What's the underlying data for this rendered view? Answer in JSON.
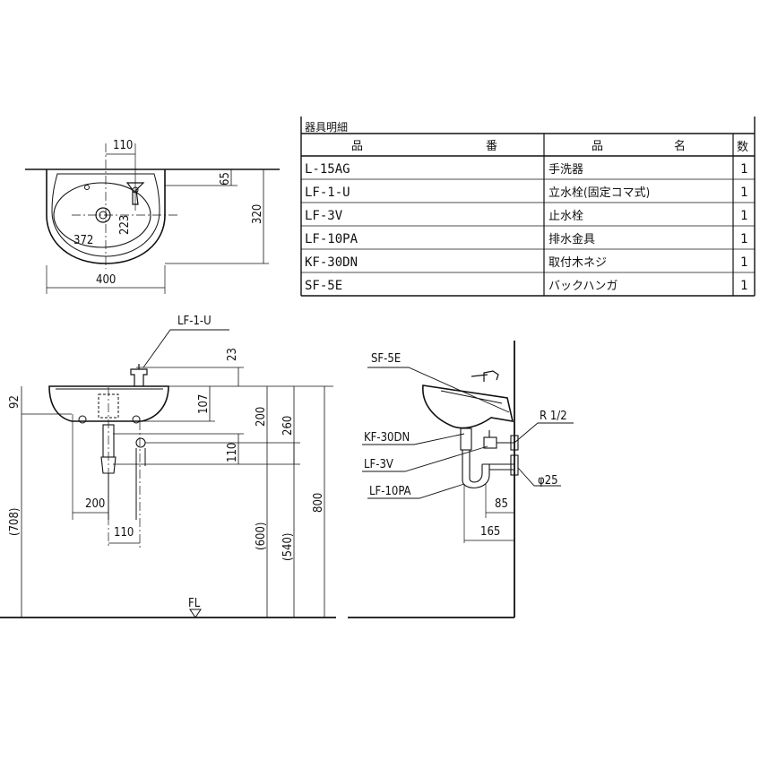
{
  "parts_table": {
    "title": "器具明細",
    "headers": {
      "col1_a": "品",
      "col1_b": "番",
      "col2_a": "品",
      "col2_b": "名",
      "col3": "数"
    },
    "rows": [
      {
        "code": "L-15AG",
        "name": "手洗器",
        "qty": "1"
      },
      {
        "code": "LF-1-U",
        "name": "立水栓(固定コマ式)",
        "qty": "1"
      },
      {
        "code": "LF-3V",
        "name": "止水栓",
        "qty": "1"
      },
      {
        "code": "LF-10PA",
        "name": "排水金具",
        "qty": "1"
      },
      {
        "code": "KF-30DN",
        "name": "取付木ネジ",
        "qty": "1"
      },
      {
        "code": "SF-5E",
        "name": "バックハンガ",
        "qty": "1"
      }
    ]
  },
  "plan_view": {
    "dims": {
      "top_width": "110",
      "depth_offset": "65",
      "total_depth": "320",
      "overall_width": "400",
      "bowl_width": "372",
      "bowl_depth": "223"
    }
  },
  "front_view": {
    "faucet_label": "LF-1-U",
    "dims": {
      "faucet_height": "23",
      "rim_thickness": "92",
      "bowl_depth": "107",
      "drain_to_rim": "200",
      "supply_to_rim": "260",
      "pipe_gap": "110",
      "height_708": "(708)",
      "height_600": "(600)",
      "height_540": "(540)",
      "height_800": "800",
      "drain_offset": "200",
      "supply_spacing": "110"
    },
    "floor_label": "FL"
  },
  "side_view": {
    "labels": {
      "hanger": "SF-5E",
      "screw": "KF-30DN",
      "valve": "LF-3V",
      "drain": "LF-10PA",
      "thread": "R 1/2",
      "diameter": "φ25"
    },
    "dims": {
      "trap_offset": "85",
      "wall_offset": "165"
    }
  }
}
